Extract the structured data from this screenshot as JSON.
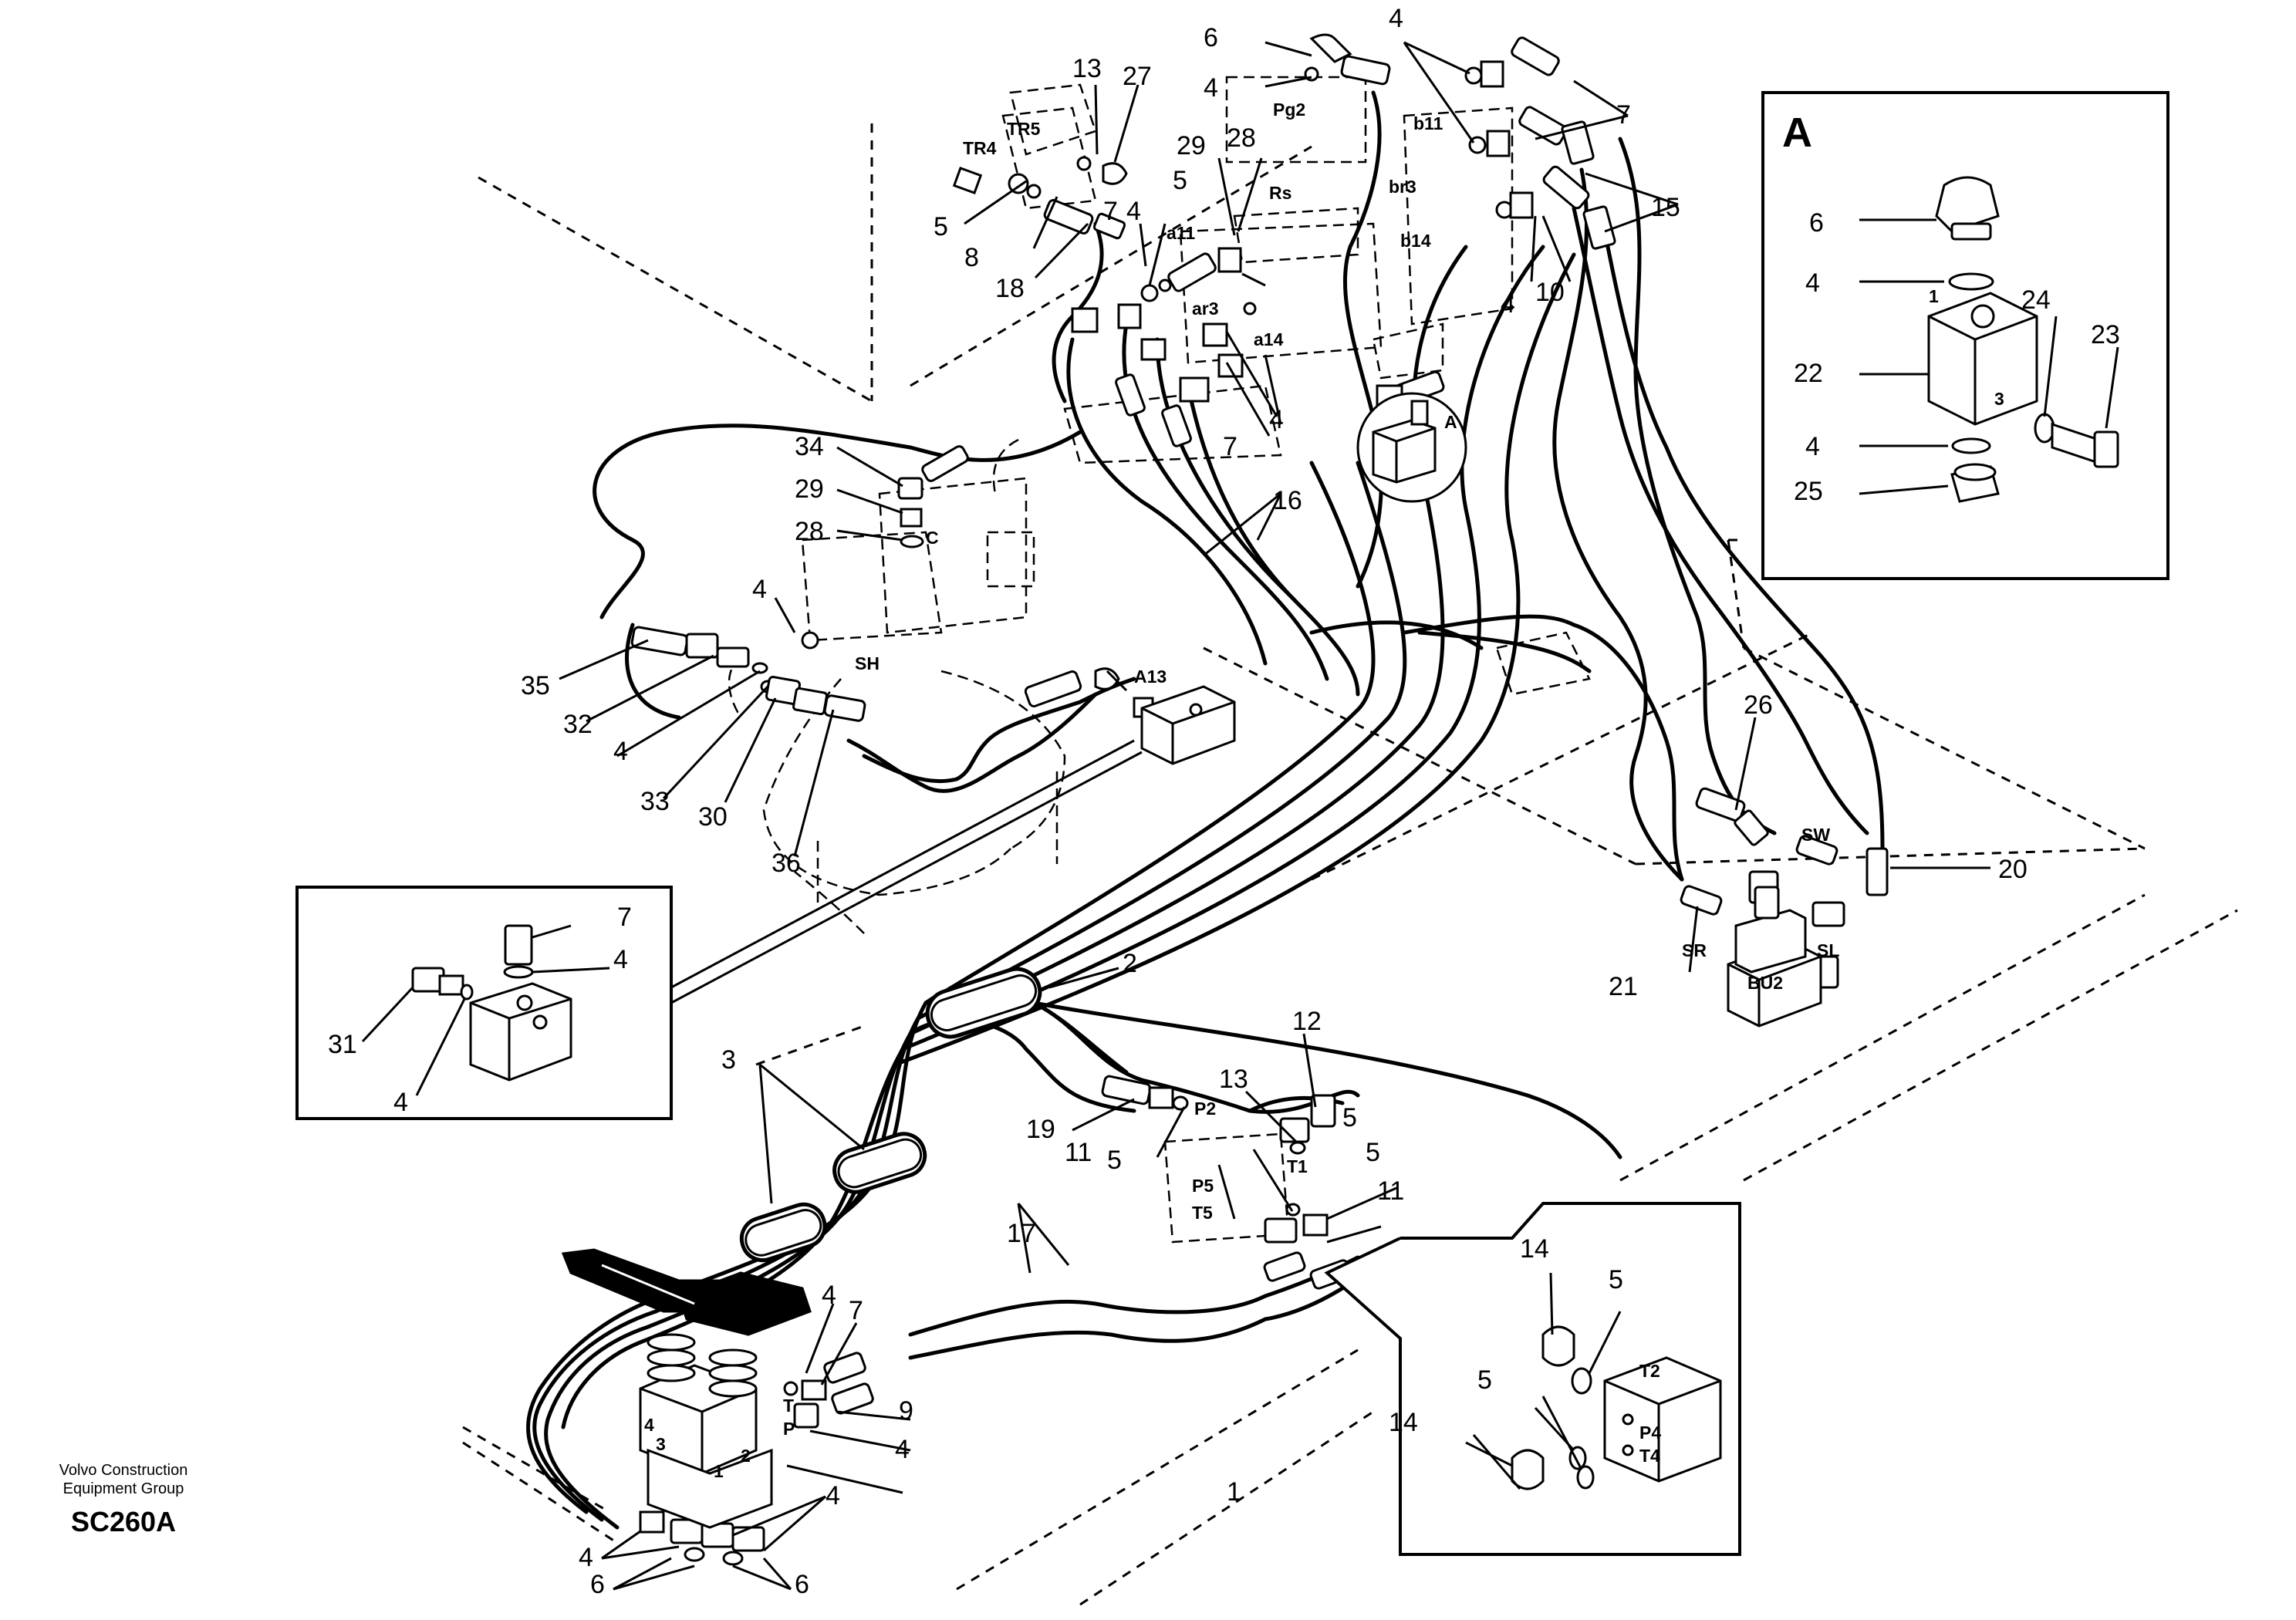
{
  "vendor": {
    "line1": "Volvo Construction",
    "line2": "Equipment Group"
  },
  "drawing_code": "SC260A",
  "detail_a": {
    "title": "A"
  },
  "part_labels": [
    "1",
    "2",
    "3",
    "4",
    "5",
    "6",
    "7",
    "8",
    "9",
    "10",
    "11",
    "12",
    "13",
    "14",
    "15",
    "16",
    "17",
    "18",
    "19",
    "20",
    "21",
    "22",
    "23",
    "24",
    "25",
    "26",
    "27",
    "28",
    "29",
    "30",
    "31",
    "32",
    "33",
    "34",
    "35",
    "36",
    "4",
    "4",
    "4",
    "4",
    "4",
    "4",
    "4",
    "4",
    "4",
    "4",
    "4",
    "4",
    "4",
    "4",
    "5",
    "5",
    "5",
    "5",
    "5",
    "5",
    "6",
    "6",
    "6",
    "7",
    "7",
    "7",
    "7",
    "11",
    "13",
    "14",
    "28",
    "29"
  ],
  "port_labels": [
    "TR5",
    "TR4",
    "Pg2",
    "b11",
    "br3",
    "b14",
    "Rs",
    "a11",
    "ar3",
    "a14",
    "A",
    "C",
    "SH",
    "A13",
    "SW",
    "SR",
    "BU2",
    "SL",
    "P2",
    "T1",
    "P5",
    "T5",
    "T",
    "P",
    "A",
    "3",
    "1",
    "2",
    "4",
    "1",
    "3",
    "T2",
    "P4",
    "T4"
  ]
}
